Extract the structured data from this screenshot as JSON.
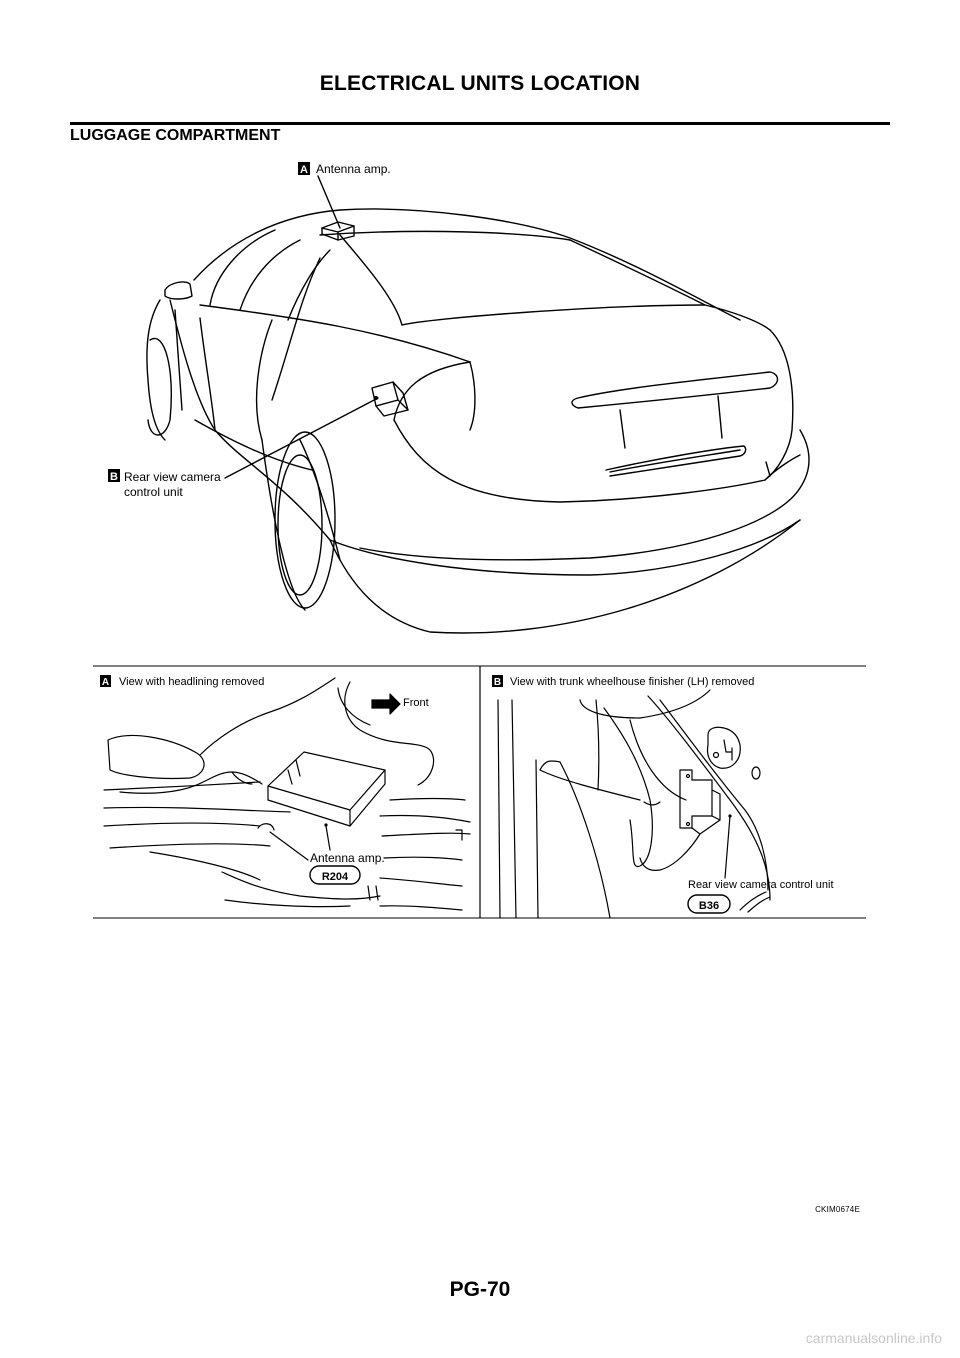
{
  "header": {
    "title": "ELECTRICAL UNITS LOCATION"
  },
  "section": {
    "heading": "LUGGAGE COMPARTMENT"
  },
  "main_figure": {
    "label_a_marker": "A",
    "label_a_text": "Antenna amp.",
    "label_b_marker": "B",
    "label_b_line1": "Rear view camera",
    "label_b_line2": "control unit"
  },
  "detail_a": {
    "marker": "A",
    "caption": "View with headlining removed",
    "front_label": "Front",
    "part_label": "Antenna amp.",
    "connector": "R204"
  },
  "detail_b": {
    "marker": "B",
    "caption": "View with trunk wheelhouse finisher (LH) removed",
    "part_label": "Rear view camera control unit",
    "connector": "B36"
  },
  "figure_code": "CKIM0674E",
  "footer": {
    "page_number": "PG-70"
  },
  "watermark": "carmanualsonline.info"
}
